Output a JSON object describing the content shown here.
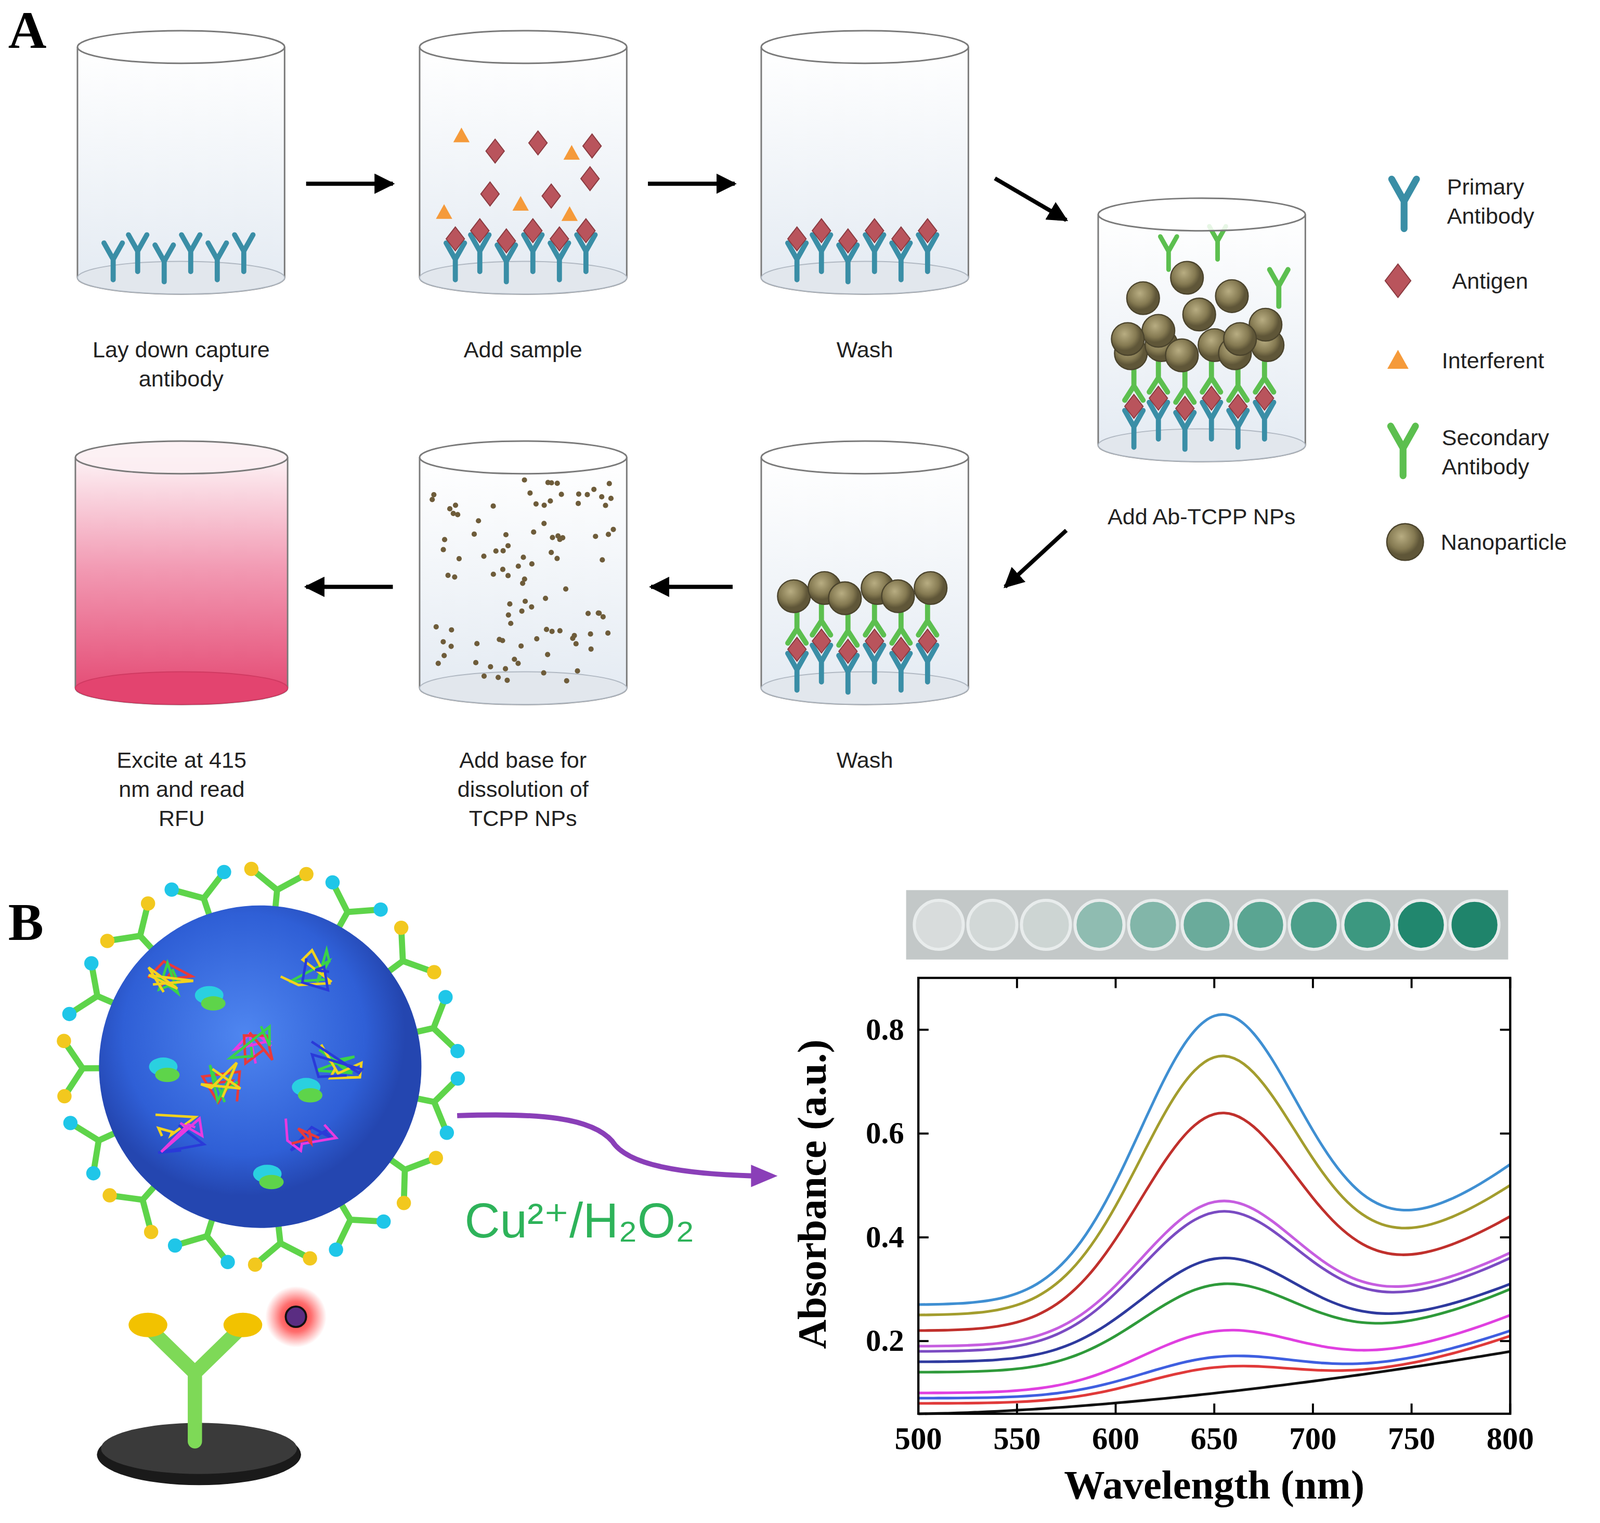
{
  "diagram": {
    "nodes": [
      {
        "text": [
          "Lay down capture antibody"
        ]
      },
      {
        "text": [
          "Add sample"
        ]
      },
      {
        "text": [
          "Wash"
        ]
      },
      {
        "text": [
          "Add Ab-TCPP NPs"
        ]
      },
      {
        "text": [
          "Wash"
        ]
      },
      {
        "text": [
          "Add base for dissolution of TCPP NPs"
        ]
      },
      {
        "text": [
          "Excite at 415 nm and read RFU"
        ]
      }
    ],
    "edges": [
      {
        "from": 0,
        "to": 1,
        "arrow": "to"
      },
      {
        "from": 1,
        "to": 2,
        "arrow": "to"
      },
      {
        "from": 2,
        "to": 3,
        "arrow": "to"
      },
      {
        "from": 3,
        "to": 4,
        "arrow": "to"
      },
      {
        "from": 4,
        "to": 5,
        "arrow": "to"
      },
      {
        "from": 5,
        "to": 6,
        "arrow": "to"
      }
    ],
    "labels": [
      "A",
      "B",
      "Cu²⁺/H₂O₂",
      "0.8",
      "0.6",
      "0.4",
      "0.2",
      "Absorbance (a.u.)",
      "500",
      "550",
      "600",
      "650",
      "700",
      "750",
      "800",
      "Wavelength (nm)"
    ],
    "legend": [
      {
        "text": "Primary Antibody"
      },
      {
        "text": "Antigen"
      },
      {
        "text": "Interferent"
      },
      {
        "text": "Secondary Antibody"
      },
      {
        "text": "Nanoparticle"
      }
    ]
  }
}
